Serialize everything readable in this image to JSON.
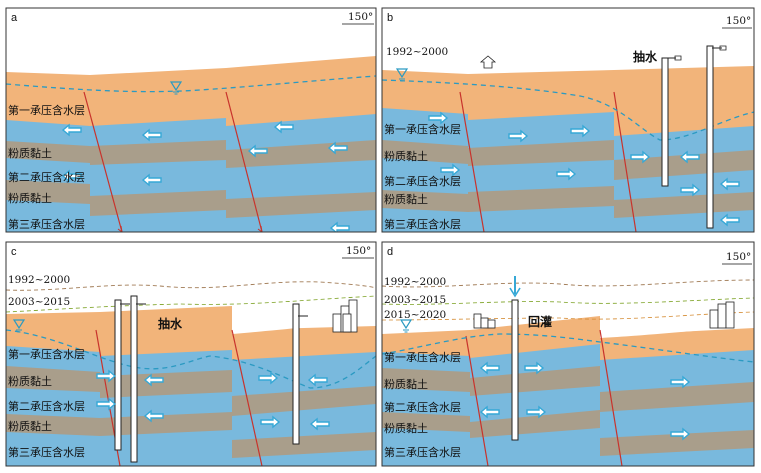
{
  "panels": {
    "a": {
      "letter": "a",
      "angle": "150°",
      "layers": [
        "第一承压含水层",
        "粉质黏土",
        "第二承压含水层",
        "粉质黏土",
        "第三承压含水层"
      ]
    },
    "b": {
      "letter": "b",
      "angle": "150°",
      "years": [
        "1992~2000"
      ],
      "action": "抽水",
      "layers": [
        "第一承压含水层",
        "粉质黏土",
        "第二承压含水层",
        "粉质黏土",
        "第三承压含水层"
      ]
    },
    "c": {
      "letter": "c",
      "angle": "150°",
      "years": [
        "1992~2000",
        "2003~2015"
      ],
      "action": "抽水",
      "layers": [
        "第一承压含水层",
        "粉质黏土",
        "第二承压含水层",
        "粉质黏土",
        "第三承压含水层"
      ]
    },
    "d": {
      "letter": "d",
      "angle": "150°",
      "years": [
        "1992~2000",
        "2003~2015",
        "2015~2020"
      ],
      "action": "回灌",
      "layers": [
        "第一承压含水层",
        "粉质黏土",
        "第二承压含水层",
        "粉质黏土",
        "第三承压含水层"
      ]
    }
  },
  "colors": {
    "topsoil": "#f2b47a",
    "aquifer": "#79b9dd",
    "clay": "#a99e8b",
    "fault": "#c8332c",
    "water_line": "#2b9ac2",
    "arrow": "#36a8d6"
  }
}
